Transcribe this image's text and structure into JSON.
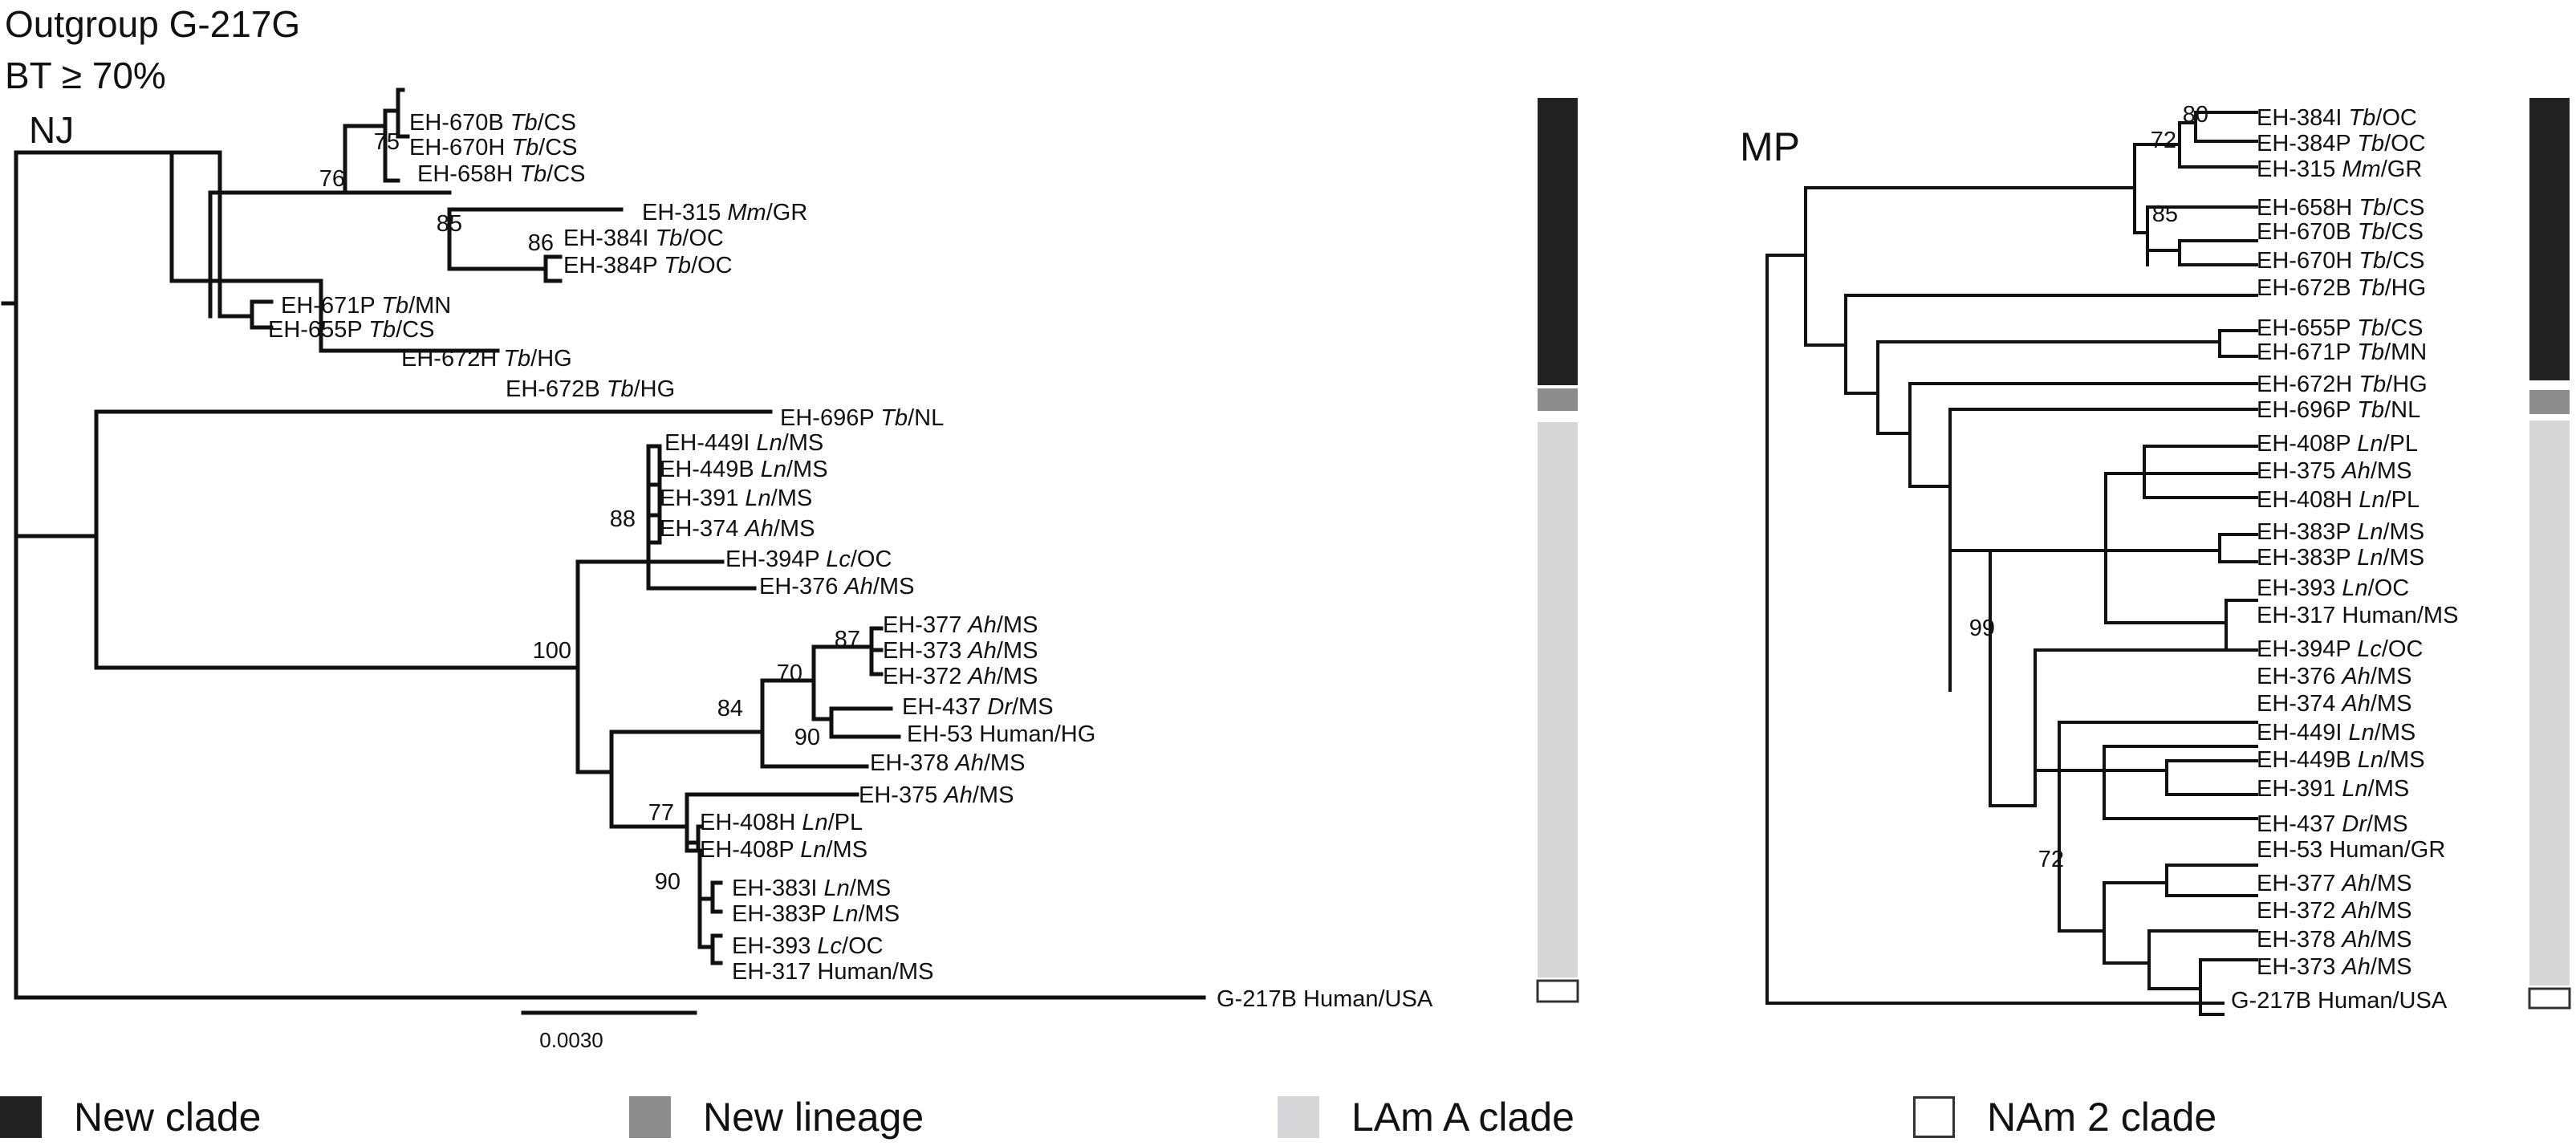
{
  "header": {
    "line1": "Outgroup G-217G",
    "line2": "BT ≥ 70%",
    "line3": "NJ"
  },
  "mp_title": "MP",
  "scale_label": "0.0030",
  "colors": {
    "new_clade": "#222222",
    "new_lineage": "#8c8c8c",
    "lam_a": "#d6d6d8",
    "nam2_border": "#333333",
    "line": "#111111"
  },
  "legend": [
    {
      "label": "New clade",
      "key": "new_clade"
    },
    {
      "label": "New lineage",
      "key": "new_lineage"
    },
    {
      "label": "LAm A clade",
      "key": "lam_a"
    },
    {
      "label": "NAm 2 clade",
      "key": "nam2"
    }
  ],
  "nj_tree": {
    "bootstrap": [
      "75",
      "76",
      "85",
      "86",
      "88",
      "100",
      "87",
      "70",
      "84",
      "90",
      "77",
      "90"
    ],
    "taxa": [
      {
        "pre": "EH-670B ",
        "sp": "Tb",
        "post": "/CS"
      },
      {
        "pre": "EH-670H ",
        "sp": "Tb",
        "post": "/CS"
      },
      {
        "pre": "EH-658H ",
        "sp": "Tb",
        "post": "/CS"
      },
      {
        "pre": "EH-315 ",
        "sp": "Mm",
        "post": "/GR"
      },
      {
        "pre": "EH-384I ",
        "sp": "Tb",
        "post": "/OC"
      },
      {
        "pre": "EH-384P ",
        "sp": "Tb",
        "post": "/OC"
      },
      {
        "pre": "EH-671P ",
        "sp": "Tb",
        "post": "/MN"
      },
      {
        "pre": "EH-655P ",
        "sp": "Tb",
        "post": "/CS"
      },
      {
        "pre": "EH-672H ",
        "sp": "Tb",
        "post": "/HG"
      },
      {
        "pre": "EH-672B ",
        "sp": "Tb",
        "post": "/HG"
      },
      {
        "pre": "EH-696P ",
        "sp": "Tb",
        "post": "/NL"
      },
      {
        "pre": "EH-449I ",
        "sp": "Ln",
        "post": "/MS"
      },
      {
        "pre": "EH-449B ",
        "sp": "Ln",
        "post": "/MS"
      },
      {
        "pre": "EH-391 ",
        "sp": "Ln",
        "post": "/MS"
      },
      {
        "pre": "EH-374 ",
        "sp": "Ah",
        "post": "/MS"
      },
      {
        "pre": "EH-394P ",
        "sp": "Lc",
        "post": "/OC"
      },
      {
        "pre": "EH-376 ",
        "sp": "Ah",
        "post": "/MS"
      },
      {
        "pre": "EH-377 ",
        "sp": "Ah",
        "post": "/MS"
      },
      {
        "pre": "EH-373 ",
        "sp": "Ah",
        "post": "/MS"
      },
      {
        "pre": "EH-372 ",
        "sp": "Ah",
        "post": "/MS"
      },
      {
        "pre": "EH-437 ",
        "sp": "Dr",
        "post": "/MS"
      },
      {
        "pre": "EH-53 Human/HG",
        "sp": "",
        "post": ""
      },
      {
        "pre": "EH-378 ",
        "sp": "Ah",
        "post": "/MS"
      },
      {
        "pre": "EH-375 ",
        "sp": "Ah",
        "post": "/MS"
      },
      {
        "pre": "EH-408H ",
        "sp": "Ln",
        "post": "/PL"
      },
      {
        "pre": "EH-408P ",
        "sp": "Ln",
        "post": "/MS"
      },
      {
        "pre": "EH-383I ",
        "sp": "Ln",
        "post": "/MS"
      },
      {
        "pre": "EH-383P ",
        "sp": "Ln",
        "post": "/MS"
      },
      {
        "pre": "EH-393 ",
        "sp": "Lc",
        "post": "/OC"
      },
      {
        "pre": "EH-317 Human/MS",
        "sp": "",
        "post": ""
      },
      {
        "pre": "G-217B Human/USA",
        "sp": "",
        "post": ""
      }
    ]
  },
  "mp_tree": {
    "bootstrap": [
      "80",
      "72",
      "85",
      "99",
      "72"
    ],
    "taxa": [
      {
        "pre": "EH-384I ",
        "sp": "Tb",
        "post": "/OC"
      },
      {
        "pre": "EH-384P ",
        "sp": "Tb",
        "post": "/OC"
      },
      {
        "pre": "EH-315 ",
        "sp": "Mm",
        "post": "/GR"
      },
      {
        "pre": "EH-658H ",
        "sp": "Tb",
        "post": "/CS"
      },
      {
        "pre": "EH-670B ",
        "sp": "Tb",
        "post": "/CS"
      },
      {
        "pre": "EH-670H ",
        "sp": "Tb",
        "post": "/CS"
      },
      {
        "pre": "EH-672B ",
        "sp": "Tb",
        "post": "/HG"
      },
      {
        "pre": "EH-655P ",
        "sp": "Tb",
        "post": "/CS"
      },
      {
        "pre": "EH-671P ",
        "sp": "Tb",
        "post": "/MN"
      },
      {
        "pre": "EH-672H ",
        "sp": "Tb",
        "post": "/HG"
      },
      {
        "pre": "EH-696P ",
        "sp": "Tb",
        "post": "/NL"
      },
      {
        "pre": "EH-408P ",
        "sp": "Ln",
        "post": "/PL"
      },
      {
        "pre": "EH-375 ",
        "sp": "Ah",
        "post": "/MS"
      },
      {
        "pre": "EH-408H ",
        "sp": "Ln",
        "post": "/PL"
      },
      {
        "pre": "EH-383P ",
        "sp": "Ln",
        "post": "/MS"
      },
      {
        "pre": "EH-383P ",
        "sp": "Ln",
        "post": "/MS"
      },
      {
        "pre": "EH-393 ",
        "sp": "Ln",
        "post": "/OC"
      },
      {
        "pre": "EH-317 Human/MS",
        "sp": "",
        "post": ""
      },
      {
        "pre": "EH-394P ",
        "sp": "Lc",
        "post": "/OC"
      },
      {
        "pre": "EH-376 ",
        "sp": "Ah",
        "post": "/MS"
      },
      {
        "pre": "EH-374 ",
        "sp": "Ah",
        "post": "/MS"
      },
      {
        "pre": "EH-449I ",
        "sp": "Ln",
        "post": "/MS"
      },
      {
        "pre": "EH-449B ",
        "sp": "Ln",
        "post": "/MS"
      },
      {
        "pre": "EH-391 ",
        "sp": "Ln",
        "post": "/MS"
      },
      {
        "pre": "EH-437 ",
        "sp": "Dr",
        "post": "/MS"
      },
      {
        "pre": "EH-53 Human/GR",
        "sp": "",
        "post": ""
      },
      {
        "pre": "EH-377 ",
        "sp": "Ah",
        "post": "/MS"
      },
      {
        "pre": "EH-372 ",
        "sp": "Ah",
        "post": "/MS"
      },
      {
        "pre": "EH-378 ",
        "sp": "Ah",
        "post": "/MS"
      },
      {
        "pre": "EH-373 ",
        "sp": "Ah",
        "post": "/MS"
      },
      {
        "pre": "G-217B Human/USA",
        "sp": "",
        "post": ""
      }
    ]
  }
}
